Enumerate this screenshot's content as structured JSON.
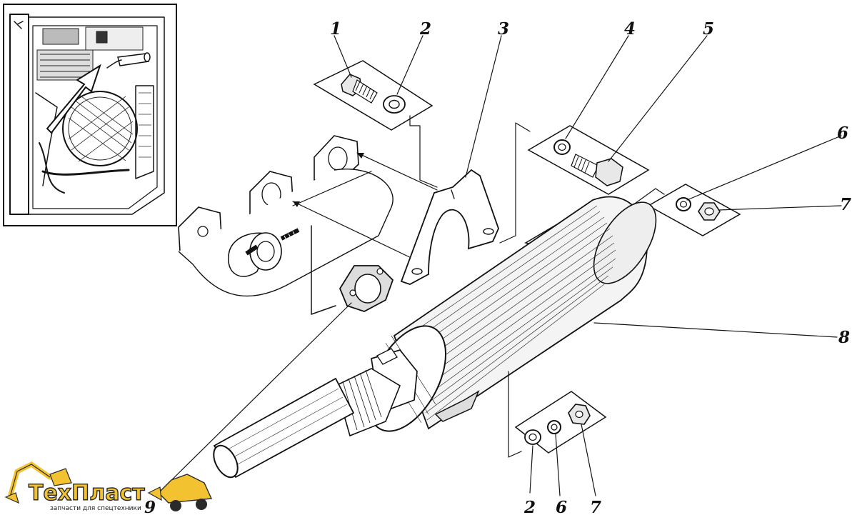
{
  "callouts": [
    {
      "id": "1",
      "label": "1"
    },
    {
      "id": "2",
      "label": "2"
    },
    {
      "id": "3",
      "label": "3"
    },
    {
      "id": "4",
      "label": "4"
    },
    {
      "id": "5",
      "label": "5"
    },
    {
      "id": "6",
      "label": "6"
    },
    {
      "id": "7",
      "label": "7"
    },
    {
      "id": "8",
      "label": "8"
    },
    {
      "id": "9",
      "label": "9"
    },
    {
      "id": "2b",
      "label": "2"
    },
    {
      "id": "6b",
      "label": "6"
    },
    {
      "id": "7b",
      "label": "7"
    }
  ],
  "brand": {
    "name": "ТехПласт",
    "tagline": "запчасти для спецтехники",
    "primary_color": "#f2c230",
    "outline_color": "#2a2a2a"
  }
}
